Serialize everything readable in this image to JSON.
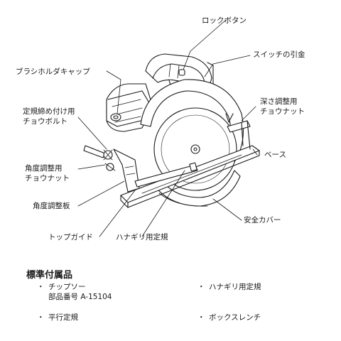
{
  "labels": {
    "lock_button": "ロックボタン",
    "switch_trigger": "スイッチの引金",
    "brush_holder_cap": "ブラシホルダキャップ",
    "depth_wing_nut_l1": "深さ調整用",
    "depth_wing_nut_l2": "チョウナット",
    "fixing_bolt_l1": "定規締め付け用",
    "fixing_bolt_l2": "チョウボルト",
    "base": "ベース",
    "angle_wing_nut_l1": "角度調整用",
    "angle_wing_nut_l2": "チョウナット",
    "angle_plate": "角度調整板",
    "safety_cover": "安全カバー",
    "top_guide": "トップガイド",
    "rip_fence": "ハナギリ用定規"
  },
  "accessories": {
    "title": "標準付属品",
    "items": [
      {
        "bullet": "・",
        "line1": "チップソー",
        "line2": "部品番号 A-15104"
      },
      {
        "bullet": "・",
        "line1": "ハナギリ用定規",
        "line2": ""
      },
      {
        "bullet": "・",
        "line1": "平行定規",
        "line2": ""
      },
      {
        "bullet": "・",
        "line1": "ボックスレンチ",
        "line2": ""
      }
    ]
  },
  "colors": {
    "ink": "#1a1a1a",
    "shade": "#2b2b2b",
    "paper": "#ffffff"
  }
}
